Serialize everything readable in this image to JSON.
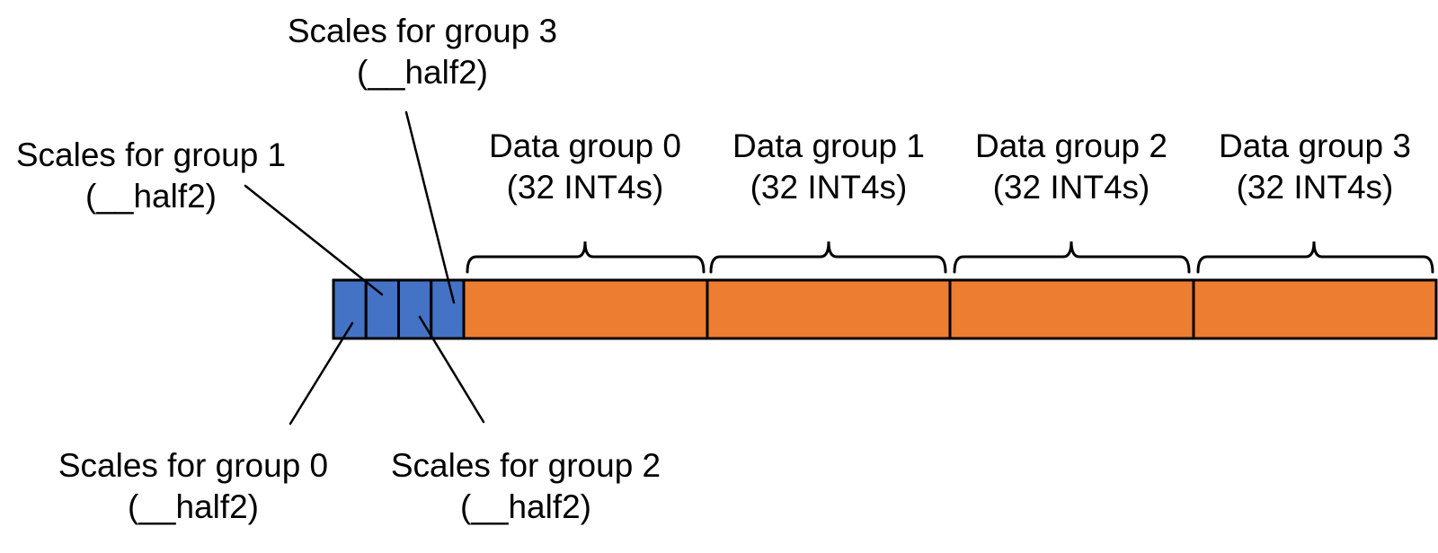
{
  "diagram": {
    "colors": {
      "scales_fill": "#4472C4",
      "data_fill": "#ED7D31",
      "outline": "#000000"
    },
    "scales_labels": [
      {
        "name": "Scales for group 0",
        "type": "(__half2)"
      },
      {
        "name": "Scales for group 1",
        "type": "(__half2)"
      },
      {
        "name": "Scales for group 2",
        "type": "(__half2)"
      },
      {
        "name": "Scales for group 3",
        "type": "(__half2)"
      }
    ],
    "data_groups": [
      {
        "name": "Data group 0",
        "size": "(32 INT4s)"
      },
      {
        "name": "Data group 1",
        "size": "(32 INT4s)"
      },
      {
        "name": "Data group 2",
        "size": "(32 INT4s)"
      },
      {
        "name": "Data group 3",
        "size": "(32 INT4s)"
      }
    ]
  }
}
